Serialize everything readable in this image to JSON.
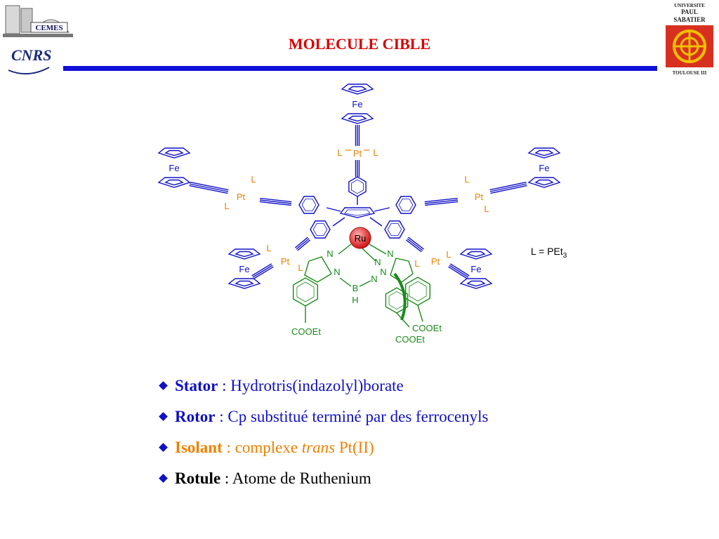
{
  "header": {
    "title": "MOLECULE CIBLE",
    "left_logo_top": "CEMES",
    "left_logo_bottom": "CNRS",
    "right_logo_lines": [
      "UNIVERSITE",
      "PAUL",
      "SABATIER",
      "TOULOUSE III"
    ]
  },
  "molecule": {
    "labels": {
      "fe": "Fe",
      "pt": "Pt",
      "l": "L",
      "ru": "Ru",
      "n": "N",
      "b": "B",
      "h": "H",
      "cooet": "COOEt"
    },
    "legend_text": "L = PEt",
    "legend_sub": "3"
  },
  "bullets": [
    {
      "term": "Stator",
      "sep": " : ",
      "text": "Hydrotris(indazolyl)borate",
      "color": "#1010c8"
    },
    {
      "term": "Rotor",
      "sep": " : ",
      "text": "Cp substitué terminé par des ferrocenyls",
      "color": "#1010c8"
    },
    {
      "term": "Isolant",
      "sep": " : ",
      "text": "complexe ",
      "italic": "trans",
      "text2": " Pt(II)",
      "color": "#f08000"
    },
    {
      "term": "Rotule",
      "sep": " : ",
      "text": "Atome de Ruthenium",
      "color": "#000000"
    }
  ],
  "colors": {
    "title": "#d80000",
    "rule": "#1010d8",
    "rotor": "#1010c8",
    "platinum": "#f08000",
    "stator": "#1a8a1a",
    "ruthenium": "#e02020"
  }
}
